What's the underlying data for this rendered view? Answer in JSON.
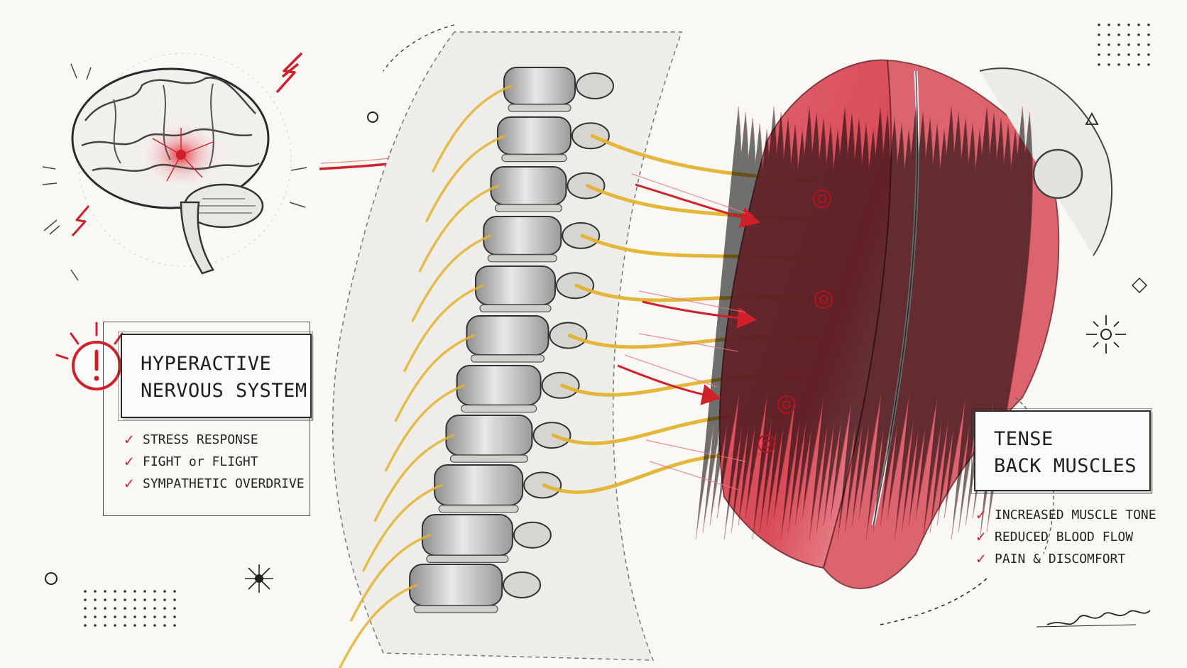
{
  "nervous_panel": {
    "title_line1": "HYPERACTIVE",
    "title_line2": "NERVOUS SYSTEM",
    "items": [
      "STRESS RESPONSE",
      "FIGHT or FLIGHT",
      "SYMPATHETIC OVERDRIVE"
    ]
  },
  "muscle_panel": {
    "title_line1": "TENSE",
    "title_line2": "BACK MUSCLES",
    "items": [
      "INCREASED MUSCLE TONE",
      "REDUCED BLOOD FLOW",
      "PAIN & DISCOMFORT"
    ]
  },
  "colors": {
    "accent_red": "#d0202a",
    "nerve_yellow": "#e3b330",
    "muscle_red": "#d94a55",
    "ink": "#2b2b2b"
  },
  "icons": [
    "brain-icon",
    "alert-icon",
    "check-icon",
    "spine-icon",
    "muscle-icon",
    "arrow-icon",
    "lightning-icon"
  ]
}
